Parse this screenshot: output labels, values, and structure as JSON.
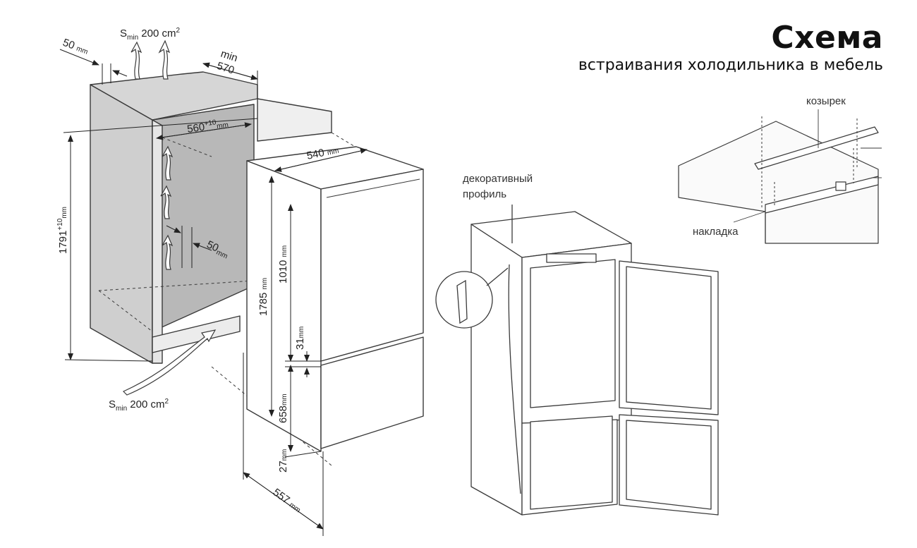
{
  "title": {
    "main": "Схема",
    "subtitle": "встраивания холодильника в мебель"
  },
  "dimensions": {
    "vent_gap": {
      "value": "50",
      "unit": "mm"
    },
    "vent_top": {
      "prefix": "S",
      "sub": "min",
      "value": " 200 cm",
      "sup": "2"
    },
    "vent_bottom": {
      "prefix": "S",
      "sub": "min",
      "value": " 200 cm",
      "sup": "2"
    },
    "niche_depth": {
      "line1": "min",
      "line2": "570"
    },
    "niche_width": {
      "value": "560",
      "sup": "+10",
      "unit": "mm"
    },
    "appliance_depth": {
      "value": "540",
      "unit": "mm"
    },
    "niche_height": {
      "value": "1791",
      "sup": "+10",
      "unit": "mm"
    },
    "rear_gap": {
      "value": "50",
      "unit": "mm"
    },
    "appliance_height": {
      "value": "1785",
      "unit": "mm"
    },
    "upper_door": {
      "value": "1010",
      "unit": "mm"
    },
    "door_gap": {
      "value": "31",
      "unit": "mm"
    },
    "lower_door": {
      "value": "658",
      "unit": "mm"
    },
    "plinth": {
      "value": "27",
      "unit": "mm"
    },
    "total_depth": {
      "value": "557",
      "unit": "mm"
    }
  },
  "labels": {
    "visor": "козырек",
    "decor_profile_line1": "декоративный",
    "decor_profile_line2": "профиль",
    "overlay": "накладка"
  },
  "colors": {
    "line": "#3a3a3a",
    "niche_fill": "#cfcfcf",
    "niche_inner": "#b8b8b8",
    "appliance_fill": "#ffffff"
  }
}
